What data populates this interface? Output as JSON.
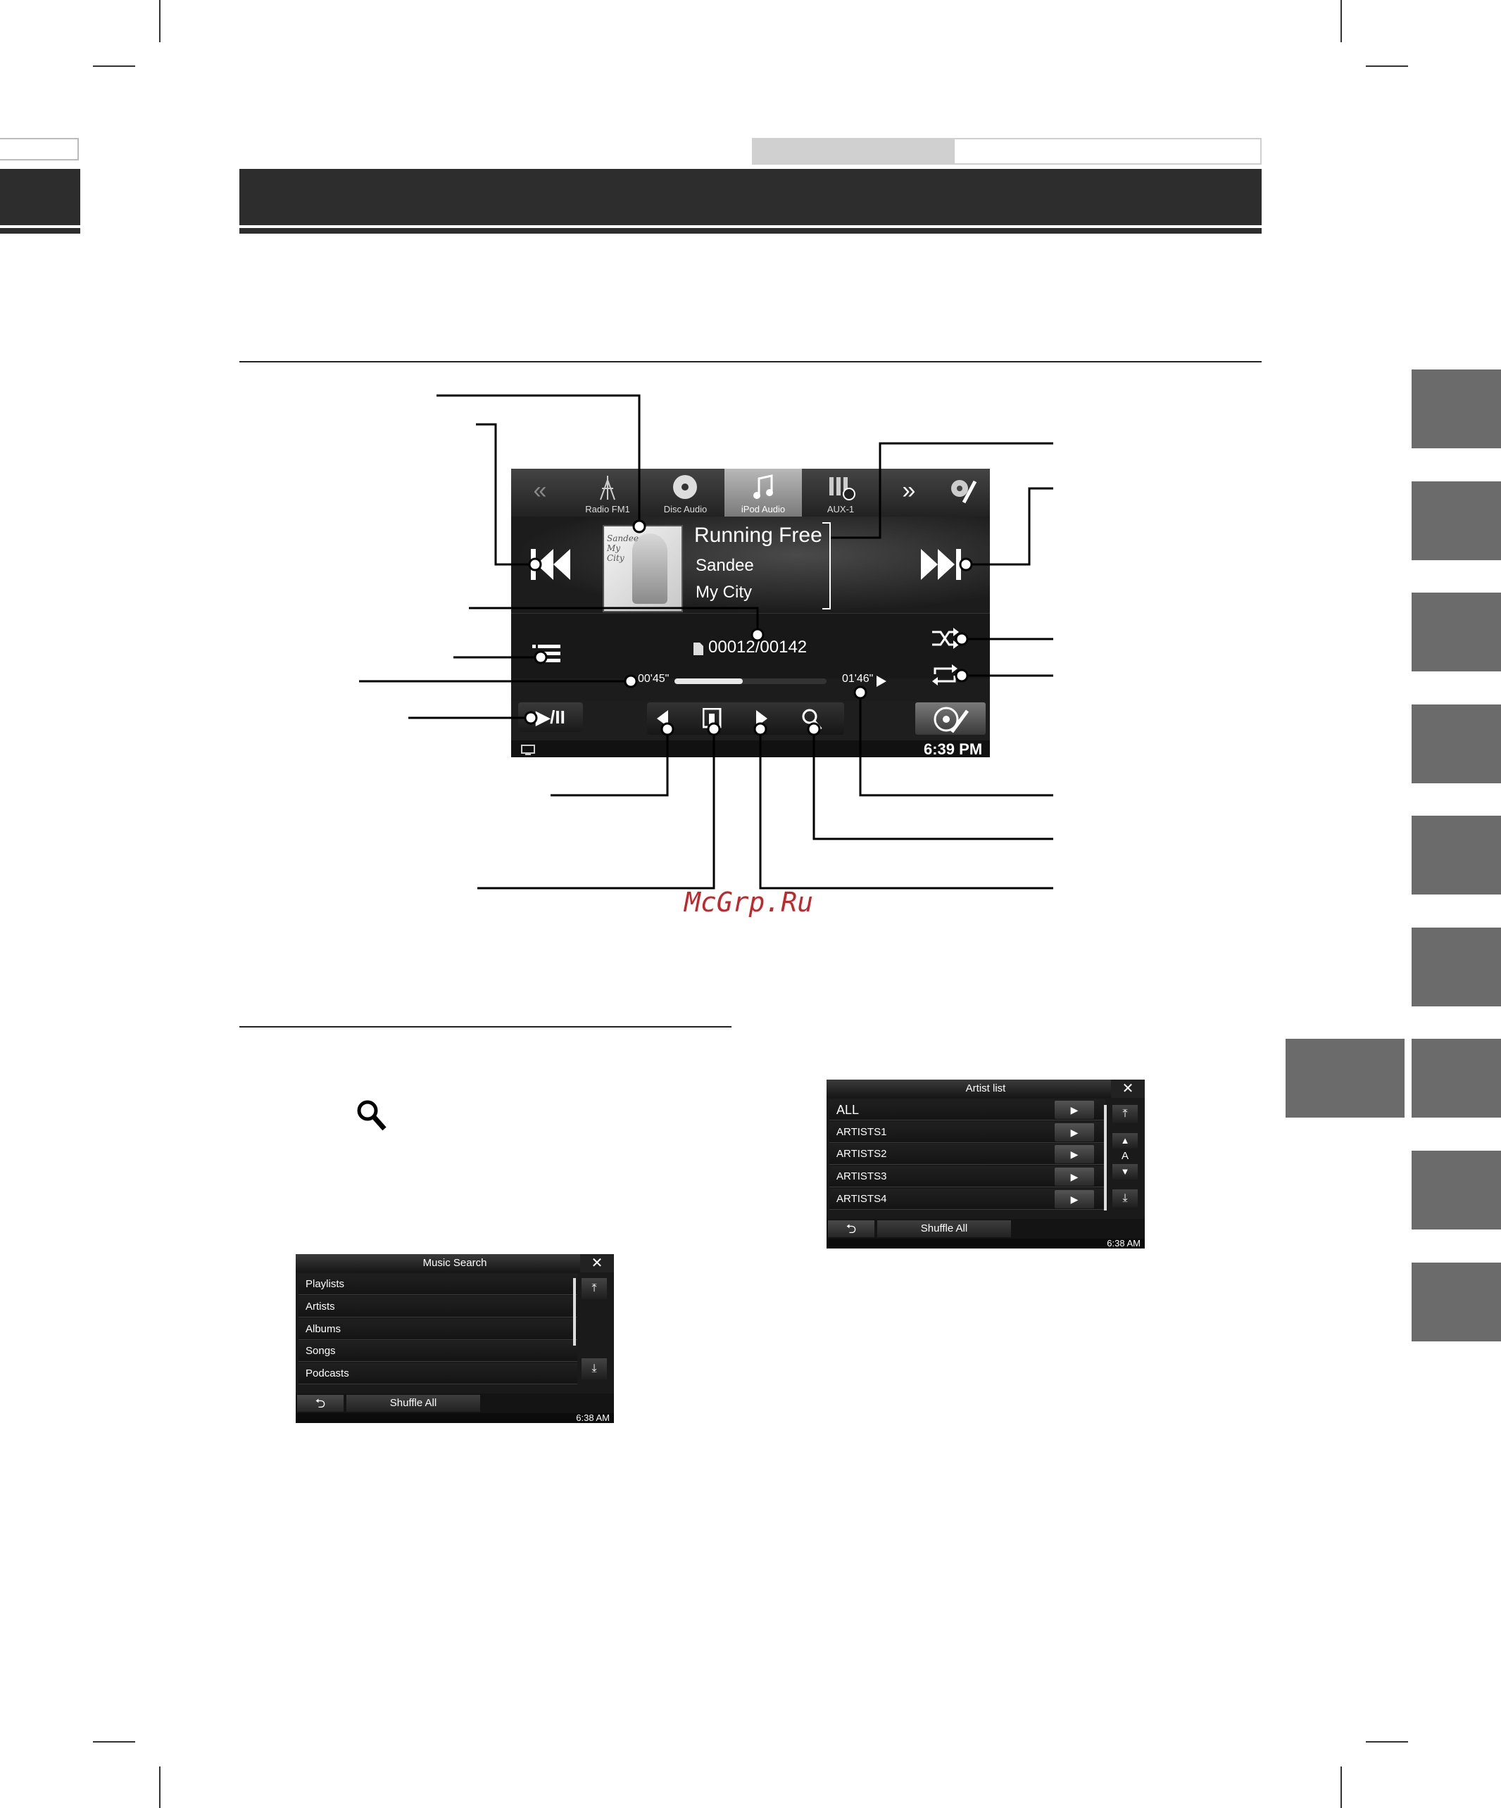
{
  "watermark": "McGrp.Ru",
  "main_screen": {
    "source_tabs": [
      {
        "label": "«",
        "icon": "double-chevron-left-icon"
      },
      {
        "label": "Radio FM1",
        "icon": "antenna-icon"
      },
      {
        "label": "Disc Audio",
        "icon": "disc-icon"
      },
      {
        "label": "iPod Audio",
        "icon": "music-note-icon"
      },
      {
        "label": "AUX-1",
        "icon": "aux-plug-icon"
      },
      {
        "label": "»",
        "icon": "double-chevron-right-icon"
      },
      {
        "label": "",
        "icon": "setup-wrench-icon"
      }
    ],
    "album_art_text": "Sandee My City",
    "song_title": "Running Free",
    "artist": "Sandee",
    "album": "My City",
    "track_counter": "00012/00142",
    "elapsed_time": "00'45\"",
    "total_time": "01'46\"",
    "progress": 0.45,
    "play_pause_label": "▶/II",
    "clock": "6:39 PM"
  },
  "search_icon_glyph": "search-icon",
  "music_search": {
    "title": "Music Search",
    "close": "✕",
    "items": [
      "Playlists",
      "Artists",
      "Albums",
      "Songs",
      "Podcasts"
    ],
    "shuffle_label": "Shuffle All",
    "back_glyph": "⮌",
    "clock": "6:38 AM",
    "scroll_top": "⤒",
    "scroll_bottom": "⤓"
  },
  "artist_list": {
    "title": "Artist list",
    "close": "✕",
    "items": [
      "ALL",
      "ARTISTS1",
      "ARTISTS2",
      "ARTISTS3",
      "ARTISTS4"
    ],
    "play_glyph": "▶",
    "alpha_label": "A",
    "up": "▲",
    "down": "▼",
    "scroll_top": "⤒",
    "scroll_bottom": "⤓",
    "shuffle_label": "Shuffle All",
    "back_glyph": "⮌",
    "clock": "6:38 AM"
  }
}
